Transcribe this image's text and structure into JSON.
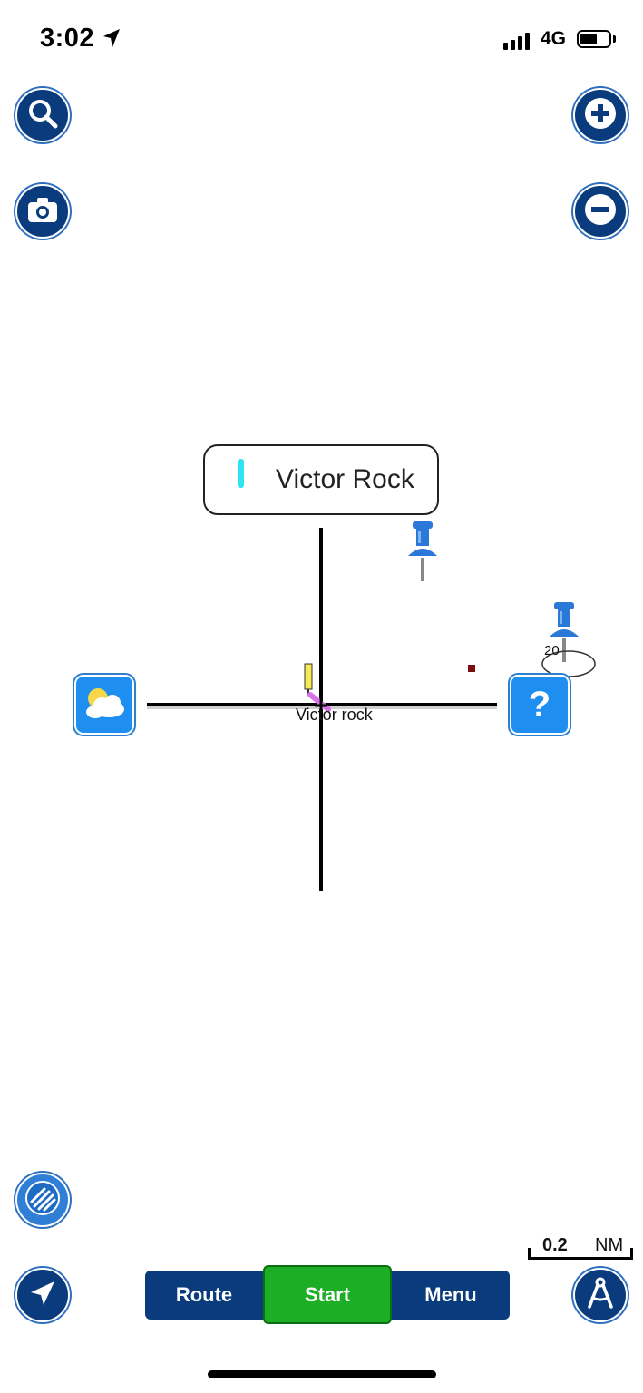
{
  "status_bar": {
    "time": "3:02",
    "network": "4G",
    "battery_level_percent": 60
  },
  "map": {
    "feature_label": "Victor Rock",
    "poi_name": "Victor rock",
    "depth_sounding": "20",
    "scale": {
      "value": "0.2",
      "unit": "NM"
    }
  },
  "buttons": {
    "search": "search-icon",
    "camera": "camera-icon",
    "zoom_in": "plus-icon",
    "zoom_out": "minus-icon",
    "weather": "weather-icon",
    "help": "question-icon",
    "layers": "layers-icon",
    "locate": "navigation-arrow-icon",
    "compass": "compass-icon"
  },
  "bottom_bar": {
    "route_label": "Route",
    "start_label": "Start",
    "menu_label": "Menu"
  },
  "colors": {
    "primary": "#0a3b7c",
    "start": "#1dae25",
    "accent": "#1e8ff0",
    "pin": "#2a78d8"
  }
}
